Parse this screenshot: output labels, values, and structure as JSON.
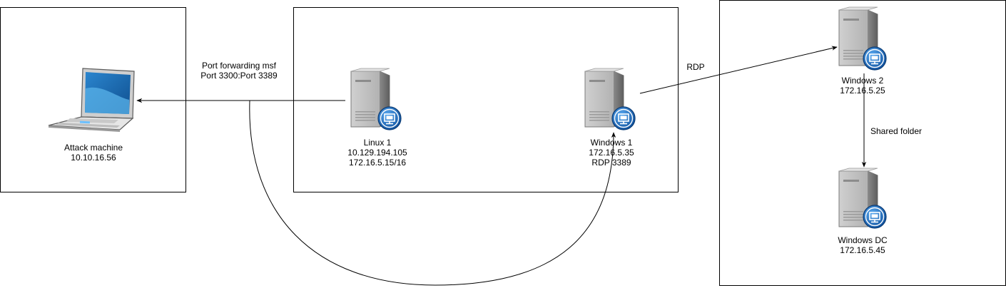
{
  "nodes": {
    "attack": {
      "name": "Attack machine",
      "ip": "10.10.16.56",
      "icon": "laptop-icon"
    },
    "linux1": {
      "name": "Linux 1",
      "ip": "10.129.194.105",
      "ip2": "172.16.5.15/16",
      "icon": "server-icon"
    },
    "windows1": {
      "name": "Windows 1",
      "ip": "172.16.5.35",
      "extra": "RDP 3389",
      "icon": "server-icon"
    },
    "windows2": {
      "name": "Windows 2",
      "ip": "172.16.5.25",
      "icon": "server-icon"
    },
    "windowsdc": {
      "name": "Windows DC",
      "ip": "172.16.5.45",
      "icon": "server-icon"
    }
  },
  "edges": {
    "port_forward": {
      "line1": "Port forwarding msf",
      "line2": "Port 3300:Port 3389"
    },
    "rdp": {
      "label": "RDP"
    },
    "shared": {
      "label": "Shared folder"
    }
  },
  "colors": {
    "stroke": "#000000",
    "server_body": "#b5b5b5",
    "server_dark": "#6f6f6f",
    "badge": "#1f7bd6",
    "laptop_screen": "#1a6fb5"
  }
}
